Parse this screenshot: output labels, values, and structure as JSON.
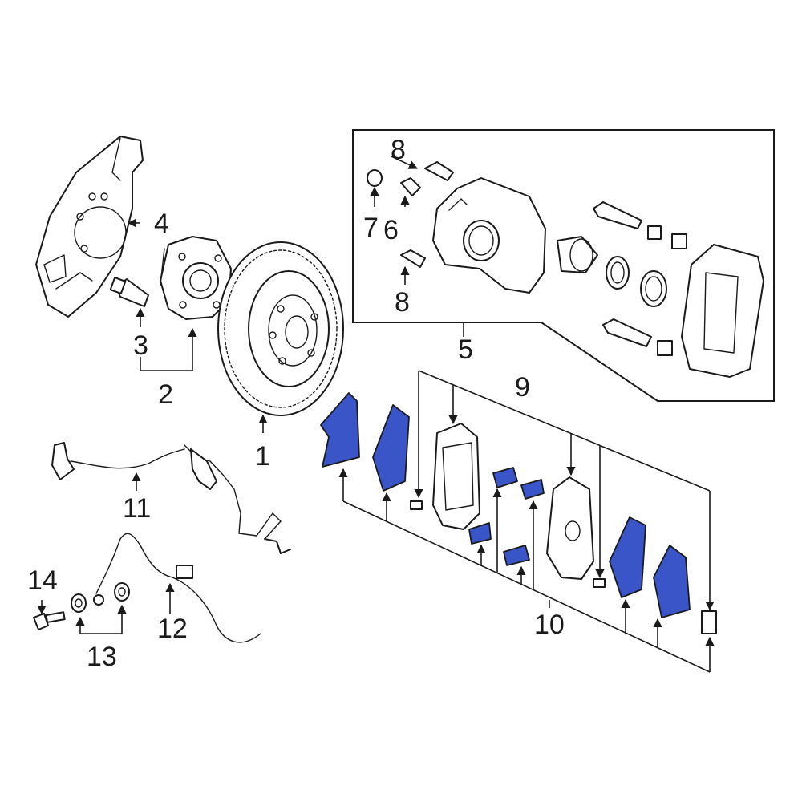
{
  "colors": {
    "highlight": "#3a55c8",
    "line": "#1a1a1a",
    "background": "#ffffff"
  },
  "callouts": {
    "c1": "1",
    "c2": "2",
    "c3": "3",
    "c4": "4",
    "c5": "5",
    "c6": "6",
    "c7": "7",
    "c8a": "8",
    "c8b": "8",
    "c9": "9",
    "c10": "10",
    "c11": "11",
    "c12": "12",
    "c13": "13",
    "c14": "14"
  }
}
